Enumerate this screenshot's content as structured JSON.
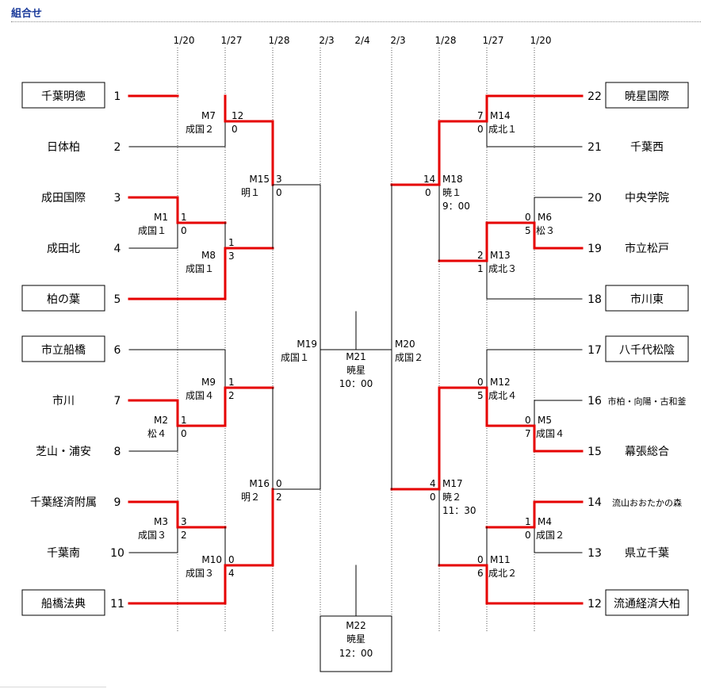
{
  "page_title": "組合せ",
  "dates": [
    "1/20",
    "1/27",
    "1/28",
    "2/3",
    "2/4",
    "2/3",
    "1/28",
    "1/27",
    "1/20"
  ],
  "left_teams": [
    {
      "num": "1",
      "name": "千葉明徳",
      "boxed": true
    },
    {
      "num": "2",
      "name": "日体柏",
      "boxed": false
    },
    {
      "num": "3",
      "name": "成田国際",
      "boxed": false
    },
    {
      "num": "4",
      "name": "成田北",
      "boxed": false
    },
    {
      "num": "5",
      "name": "柏の葉",
      "boxed": true
    },
    {
      "num": "6",
      "name": "市立船橋",
      "boxed": true
    },
    {
      "num": "7",
      "name": "市川",
      "boxed": false
    },
    {
      "num": "8",
      "name": "芝山・浦安",
      "boxed": false
    },
    {
      "num": "9",
      "name": "千葉経済附属",
      "boxed": false
    },
    {
      "num": "10",
      "name": "千葉南",
      "boxed": false
    },
    {
      "num": "11",
      "name": "船橋法典",
      "boxed": true
    }
  ],
  "right_teams": [
    {
      "num": "22",
      "name": "暁星国際",
      "boxed": true
    },
    {
      "num": "21",
      "name": "千葉西",
      "boxed": false
    },
    {
      "num": "20",
      "name": "中央学院",
      "boxed": false
    },
    {
      "num": "19",
      "name": "市立松戸",
      "boxed": false
    },
    {
      "num": "18",
      "name": "市川東",
      "boxed": true
    },
    {
      "num": "17",
      "name": "八千代松陰",
      "boxed": true
    },
    {
      "num": "16",
      "name": "市柏・向陽・古和釜",
      "boxed": false
    },
    {
      "num": "15",
      "name": "幕張総合",
      "boxed": false
    },
    {
      "num": "14",
      "name": "流山おおたかの森",
      "boxed": false
    },
    {
      "num": "13",
      "name": "県立千葉",
      "boxed": false
    },
    {
      "num": "12",
      "name": "流通経済大柏",
      "boxed": true
    }
  ],
  "matches": {
    "M1": {
      "id": "M1",
      "result": "成国１",
      "top": "1",
      "bot": "0"
    },
    "M2": {
      "id": "M2",
      "result": "松４",
      "top": "1",
      "bot": "0"
    },
    "M3": {
      "id": "M3",
      "result": "成国３",
      "top": "3",
      "bot": "2"
    },
    "M4": {
      "id": "M4",
      "result": "成国２",
      "top": "1",
      "bot": "0"
    },
    "M5": {
      "id": "M5",
      "result": "成国４",
      "top": "0",
      "bot": "7"
    },
    "M6": {
      "id": "M6",
      "result": "松３",
      "top": "0",
      "bot": "5"
    },
    "M7": {
      "id": "M7",
      "result": "成国２",
      "top": "12",
      "bot": "0"
    },
    "M8": {
      "id": "M8",
      "result": "成国１",
      "top": "1",
      "bot": "3"
    },
    "M9": {
      "id": "M9",
      "result": "成国４",
      "top": "1",
      "bot": "2"
    },
    "M10": {
      "id": "M10",
      "result": "成国３",
      "top": "0",
      "bot": "4"
    },
    "M11": {
      "id": "M11",
      "result": "成北２",
      "top": "0",
      "bot": "6"
    },
    "M12": {
      "id": "M12",
      "result": "成北４",
      "top": "0",
      "bot": "5"
    },
    "M13": {
      "id": "M13",
      "result": "成北３",
      "top": "2",
      "bot": "1"
    },
    "M14": {
      "id": "M14",
      "result": "成北１",
      "top": "7",
      "bot": "0"
    },
    "M15": {
      "id": "M15",
      "result": "明１",
      "top": "3",
      "bot": "0"
    },
    "M16": {
      "id": "M16",
      "result": "明２",
      "top": "0",
      "bot": "2"
    },
    "M17": {
      "id": "M17",
      "result": "暁２",
      "time": "11：30",
      "top": "4",
      "bot": "0"
    },
    "M18": {
      "id": "M18",
      "result": "暁１",
      "time": "9：00",
      "top": "14",
      "bot": "0"
    },
    "M19": {
      "id": "M19",
      "result": "成国１"
    },
    "M20": {
      "id": "M20",
      "result": "成国２"
    },
    "M21": {
      "id": "M21",
      "result": "暁星",
      "time": "10：00"
    },
    "M22": {
      "id": "M22",
      "result": "暁星",
      "time": "12：00"
    }
  },
  "colors": {
    "winner_line": "#e60000",
    "loser_line": "#000000",
    "title": "#1a3a9a"
  }
}
